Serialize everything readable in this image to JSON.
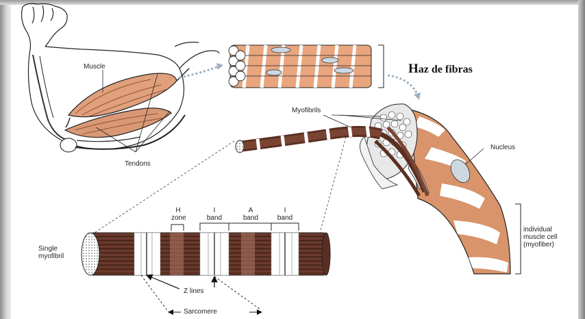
{
  "title": {
    "first": "H",
    "rest": "az de fibras"
  },
  "labels": {
    "muscle": "Muscle",
    "tendons": "Tendons",
    "myofibrils": "Myofibrils",
    "nucleus": "Nucleus",
    "h_zone": [
      "H",
      "zone"
    ],
    "i_band_left": [
      "I",
      "band"
    ],
    "a_band": [
      "A",
      "band"
    ],
    "i_band_right": [
      "I",
      "band"
    ],
    "single_myofibril": [
      "Single",
      "myofibril"
    ],
    "z_lines": "Z lines",
    "sarcomere": "Sarcomere",
    "individual_cell": [
      "individual",
      "muscle cell",
      "(myofiber)"
    ]
  },
  "colors": {
    "muscle_tissue": "#d9946b",
    "myofibril_dark": "#6b3a2c",
    "band_light": "#ffffff"
  }
}
